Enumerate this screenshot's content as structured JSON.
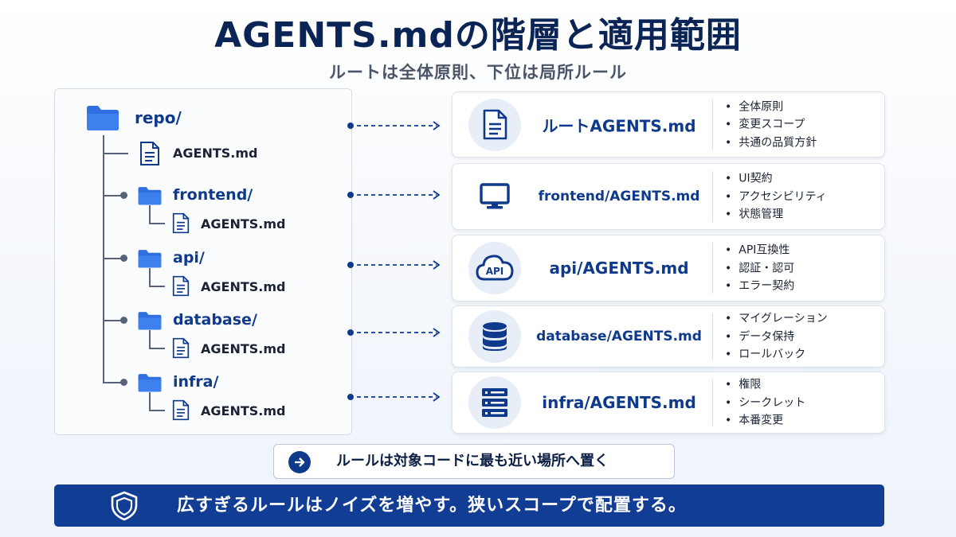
{
  "header": {
    "title": "AGENTS.mdの階層と適用範囲",
    "subtitle": "ルートは全体原則、下位は局所ルール"
  },
  "tree": {
    "root": "repo/",
    "root_file": "AGENTS.md",
    "dirs": [
      {
        "name": "frontend/",
        "file": "AGENTS.md"
      },
      {
        "name": "api/",
        "file": "AGENTS.md"
      },
      {
        "name": "database/",
        "file": "AGENTS.md"
      },
      {
        "name": "infra/",
        "file": "AGENTS.md"
      }
    ]
  },
  "cards": [
    {
      "title": "ルートAGENTS.md",
      "icon": "document-icon",
      "bullets": [
        "全体原則",
        "変更スコープ",
        "共通の品質方針"
      ]
    },
    {
      "title": "frontend/AGENTS.md",
      "icon": "monitor-icon",
      "bullets": [
        "UI契約",
        "アクセシビリティ",
        "状態管理"
      ]
    },
    {
      "title": "api/AGENTS.md",
      "icon": "api-cloud-icon",
      "icon_text": "API",
      "bullets": [
        "API互換性",
        "認証・認可",
        "エラー契約"
      ]
    },
    {
      "title": "database/AGENTS.md",
      "icon": "database-icon",
      "bullets": [
        "マイグレーション",
        "データ保持",
        "ロールバック"
      ]
    },
    {
      "title": "infra/AGENTS.md",
      "icon": "server-icon",
      "bullets": [
        "権限",
        "シークレット",
        "本番変更"
      ]
    }
  ],
  "tip": {
    "text": "ルールは対象コードに最も近い場所へ置く",
    "icon": "arrow-right-circle-icon"
  },
  "banner": {
    "text": "広すぎるルールはノイズを増やす。狭いスコープで配置する。",
    "icon": "shield-icon"
  },
  "colors": {
    "accent": "#0f3a8c",
    "banner_bg": "#123d94",
    "folder": "#2f6fe0"
  }
}
